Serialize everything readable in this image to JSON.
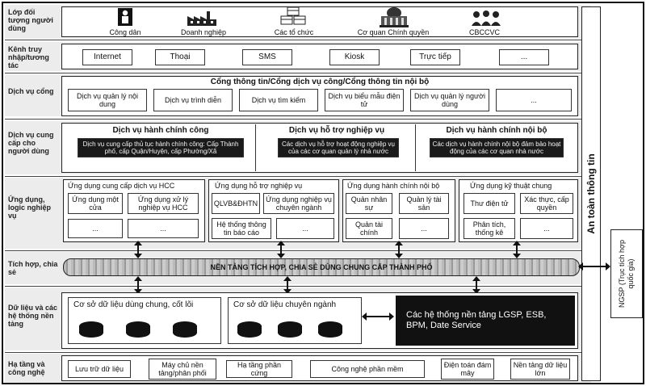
{
  "rows": {
    "users": "Lớp đối tượng người dùng",
    "channels": "Kênh truy nhập/tương tác",
    "portal": "Dịch vụ cổng",
    "services": "Dịch vụ cung cấp cho người dùng",
    "apps": "Ứng dụng, logic nghiệp vụ",
    "integration": "Tích hợp, chia sẻ",
    "data": "Dữ liệu và các hệ thống nền tảng",
    "infra": "Hạ tầng và công nghệ"
  },
  "users": [
    "Công dân",
    "Doanh nghiệp",
    "Các tổ chức",
    "Cơ quan Chính quyền",
    "CBCCVC"
  ],
  "user_icons": [
    "person-icon",
    "factory-icon",
    "boxes-icon",
    "government-building-icon",
    "group-people-icon"
  ],
  "channels": [
    "Internet",
    "Thoại",
    "SMS",
    "Kiosk",
    "Trực tiếp",
    "..."
  ],
  "portal": {
    "title": "Cổng thông tin/Cổng dịch vụ công/Cổng thông tin nội bộ",
    "items": [
      "Dịch vụ quản lý nội dung",
      "Dịch vụ trình diễn",
      "Dịch vụ tìm kiếm",
      "Dịch vụ biểu mẫu điện tử",
      "Dịch vụ quản lý người dùng",
      "..."
    ]
  },
  "services": [
    {
      "title": "Dịch vụ hành chính công",
      "desc": "Dịch vụ cung cấp thủ tục hành chính công: Cấp Thành phố, cấp Quận/Huyện, cấp Phường/Xã"
    },
    {
      "title": "Dịch vụ hỗ trợ nghiệp vụ",
      "desc": "Các dịch vụ hỗ trợ hoạt động nghiệp vụ của các cơ quan quản lý nhà nước"
    },
    {
      "title": "Dịch vụ hành chính nội bộ",
      "desc": "Các dịch vụ hành chính nội bộ đảm bảo hoạt động của các cơ quan nhà nước"
    }
  ],
  "apps": {
    "hcc": {
      "title": "Ứng dụng cung cấp dịch vụ HCC",
      "items": [
        "Ứng dụng một cửa",
        "Ứng dụng xử lý nghiệp vụ HCC",
        "...",
        "..."
      ]
    },
    "support": {
      "title": "Ứng dụng hỗ trợ nghiệp vụ",
      "items": [
        "QLVB&ĐHTN",
        "Ứng dụng nghiệp vụ chuyên ngành",
        "Hệ thống thông tin báo cáo",
        "..."
      ]
    },
    "internal": {
      "title": "Ứng dụng hành chính nội bộ",
      "items": [
        "Quản nhân sự",
        "Quản lý tài sản",
        "Quản tài chính",
        "..."
      ]
    },
    "tech": {
      "title": "Ứng dụng kỹ thuật chung",
      "items": [
        "Thư điện tử",
        "Xác thực, cấp quyền",
        "Phân tích, thống kê",
        "..."
      ]
    }
  },
  "integration": "NỀN TẢNG TÍCH HỢP, CHIA SẺ DÙNG CHUNG CẤP THÀNH PHỐ",
  "data": {
    "shared": "Cơ sở dữ liệu dùng chung, cốt lõi",
    "specialized": "Cơ sở dữ liệu chuyên ngành",
    "platform": "Các hệ thống nền tảng LGSP, ESB, BPM, Date Service"
  },
  "infra": [
    "Lưu trữ dữ liệu",
    "Máy chủ nền tảng/phân phối",
    "Hạ tầng phần cứng",
    "Công nghệ phần mềm",
    "Điện toán đám mây",
    "Nền tảng dữ liệu lớn"
  ],
  "security": "An toàn thông tin",
  "ngsp": "NGSP (Trục tích hợp quốc gia)"
}
